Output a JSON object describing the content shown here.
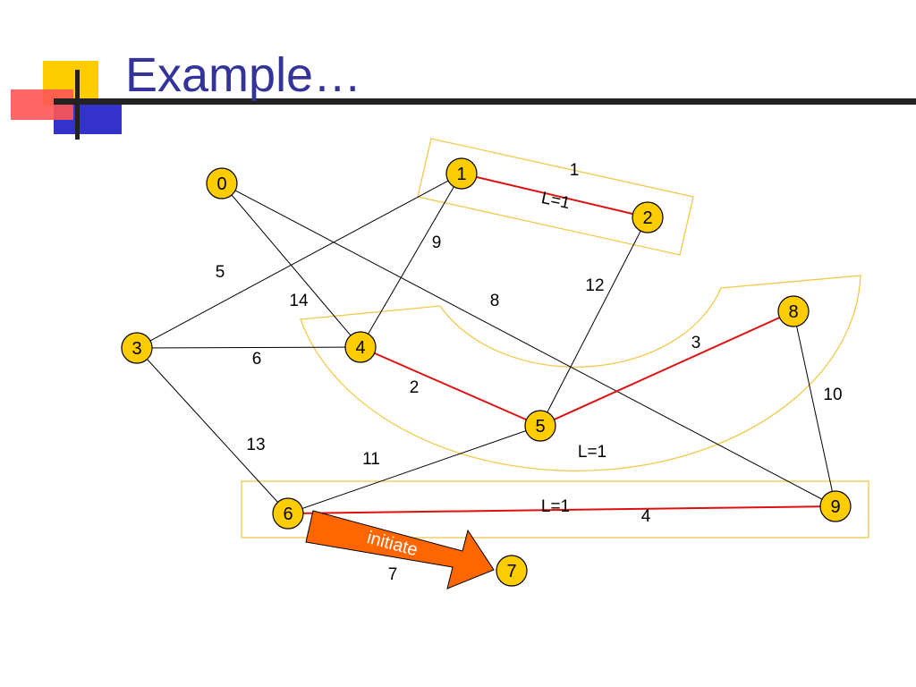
{
  "slide": {
    "title": "Example…"
  },
  "colors": {
    "title": "#333399",
    "node_fill": "#ffcc00",
    "node_stroke": "#000000",
    "edge": "#000000",
    "highlight_edge": "#dd1111",
    "fragment_outline": "#f2c94c",
    "arrow_fill": "#ff6600",
    "arrow_text": "#ffffff",
    "deco_yellow": "#ffcc00",
    "deco_red": "#ff3333",
    "deco_blue": "#3333cc"
  },
  "graph": {
    "nodes": [
      "0",
      "1",
      "2",
      "3",
      "4",
      "5",
      "6",
      "7",
      "8",
      "9"
    ],
    "edges": [
      {
        "from": "1",
        "to": "2",
        "weight": "1",
        "highlighted": true
      },
      {
        "from": "1",
        "to": "3",
        "weight": "5",
        "highlighted": false
      },
      {
        "from": "1",
        "to": "4",
        "weight": "9",
        "highlighted": false
      },
      {
        "from": "0",
        "to": "4",
        "weight": "14",
        "highlighted": false
      },
      {
        "from": "0",
        "to": "9",
        "weight": "8",
        "highlighted": false
      },
      {
        "from": "2",
        "to": "5",
        "weight": "12",
        "highlighted": false
      },
      {
        "from": "3",
        "to": "4",
        "weight": "6",
        "highlighted": false
      },
      {
        "from": "4",
        "to": "5",
        "weight": "2",
        "highlighted": true
      },
      {
        "from": "5",
        "to": "8",
        "weight": "3",
        "highlighted": true
      },
      {
        "from": "8",
        "to": "9",
        "weight": "10",
        "highlighted": false
      },
      {
        "from": "3",
        "to": "6",
        "weight": "13",
        "highlighted": false
      },
      {
        "from": "5",
        "to": "6",
        "weight": "11",
        "highlighted": false
      },
      {
        "from": "6",
        "to": "9",
        "weight": "4",
        "highlighted": true
      }
    ],
    "fragments": [
      {
        "members": [
          "1",
          "2"
        ],
        "level_label": "L=1"
      },
      {
        "members": [
          "4",
          "5",
          "8"
        ],
        "level_label": "L=1"
      },
      {
        "members": [
          "6",
          "9"
        ],
        "level_label": "L=1"
      }
    ],
    "initiate_message": {
      "from": "6",
      "to": "7",
      "label": "initiate",
      "weight": "7"
    }
  }
}
